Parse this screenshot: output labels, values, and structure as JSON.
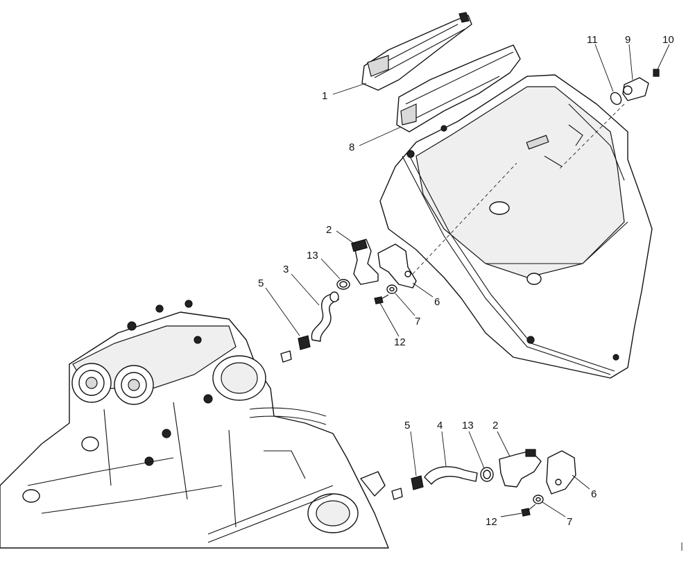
{
  "callouts": {
    "c1": "1",
    "c8": "8",
    "c11": "11",
    "c9": "9",
    "c10": "10",
    "c2a": "2",
    "c13a": "13",
    "c3": "3",
    "c5a": "5",
    "c6a": "6",
    "c7a": "7",
    "c12a": "12",
    "c5b": "5",
    "c4": "4",
    "c13b": "13",
    "c2b": "2",
    "c6b": "6",
    "c7b": "7",
    "c12b": "12"
  }
}
